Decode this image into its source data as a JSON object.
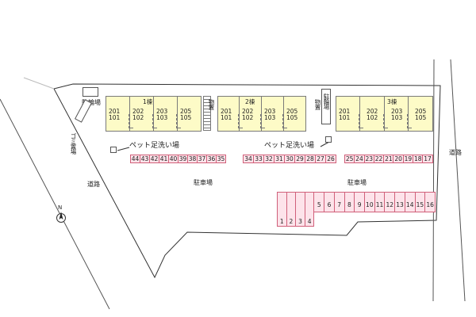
{
  "map": {
    "buildings": [
      {
        "name": "1棟",
        "units": [
          {
            "top": "201",
            "bottom": "101"
          },
          {
            "top": "202",
            "bottom": "102"
          },
          {
            "top": "203",
            "bottom": "103"
          },
          {
            "top": "205",
            "bottom": "105"
          }
        ]
      },
      {
        "name": "2棟",
        "units": [
          {
            "top": "201",
            "bottom": "101"
          },
          {
            "top": "202",
            "bottom": "102"
          },
          {
            "top": "203",
            "bottom": "103"
          },
          {
            "top": "205",
            "bottom": "105"
          }
        ]
      },
      {
        "name": "3棟",
        "units": [
          {
            "top": "201",
            "bottom": "101"
          },
          {
            "top": "202",
            "bottom": "102"
          },
          {
            "top": "203",
            "bottom": "103"
          },
          {
            "top": "205",
            "bottom": "105"
          }
        ]
      }
    ],
    "labels": {
      "bike_parking": "駐輪場",
      "garbage": "ゴミ置場",
      "storage": "物置",
      "pet_wash": "ペット足洗い場",
      "road": "道路",
      "parking": "駐車場",
      "north": "N"
    },
    "parking_rows": {
      "row_a": [
        "44",
        "43",
        "42",
        "41",
        "40",
        "39",
        "38",
        "37",
        "36",
        "35"
      ],
      "row_b": [
        "34",
        "33",
        "32",
        "31",
        "30",
        "29",
        "28",
        "27",
        "26"
      ],
      "row_c": [
        "25",
        "24",
        "23",
        "22",
        "21",
        "20",
        "19",
        "18",
        "17"
      ],
      "row_d": [
        "5",
        "6",
        "7",
        "8",
        "9",
        "10",
        "11",
        "12",
        "13",
        "14",
        "15",
        "16"
      ],
      "row_e": [
        "1",
        "2",
        "3",
        "4"
      ]
    },
    "colors": {
      "building": "#fdfbc7",
      "parking_fill": "#fde3ea",
      "parking_border": "#d0607a",
      "outline": "#333333"
    }
  }
}
